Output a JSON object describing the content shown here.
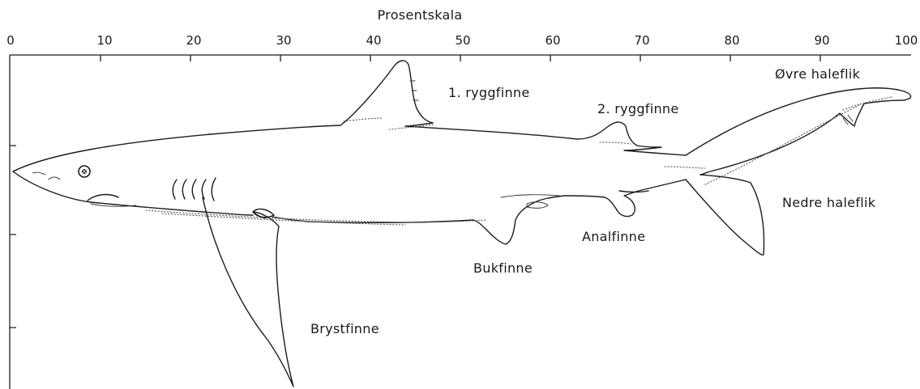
{
  "scale": {
    "title": "Prosentskala",
    "ticks": [
      "0",
      "10",
      "20",
      "30",
      "40",
      "50",
      "60",
      "70",
      "80",
      "90",
      "100"
    ]
  },
  "labels": {
    "dorsal_fin_1": "1. ryggfinne",
    "dorsal_fin_2": "2. ryggfinne",
    "upper_tail_lobe": "Øvre haleflik",
    "lower_tail_lobe": "Nedre haleflik",
    "anal_fin": "Analfinne",
    "pelvic_fin": "Bukfinne",
    "pectoral_fin": "Brystfinne"
  }
}
